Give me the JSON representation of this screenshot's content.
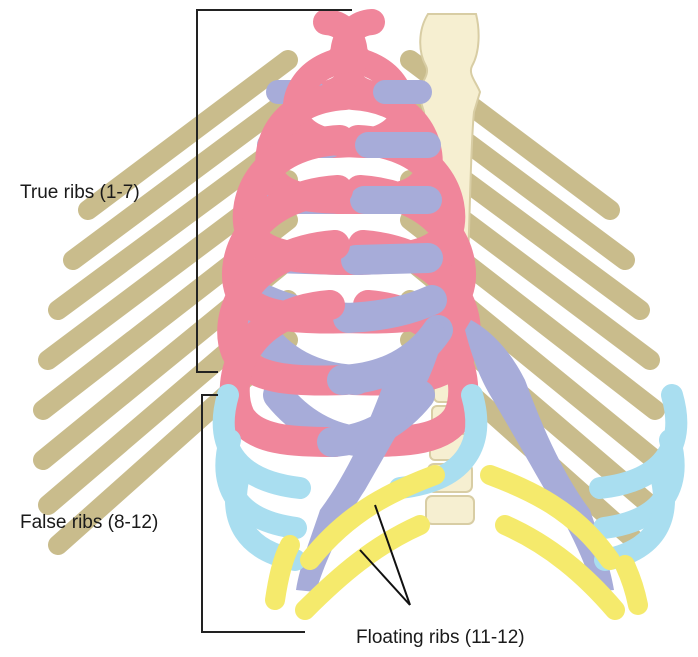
{
  "labels": {
    "true_ribs": "True ribs (1-7)",
    "false_ribs": "False ribs (8-12)",
    "floating_ribs": "Floating ribs (11-12)"
  },
  "colors": {
    "true_rib": "#f0869b",
    "true_rib_stroke": "#c9647a",
    "cartilage": "#a7acd9",
    "cartilage_stroke": "#7f86bd",
    "false_rib": "#a9def0",
    "false_rib_stroke": "#77bcd6",
    "floating_rib": "#f5ea6c",
    "floating_rib_stroke": "#d2c33c",
    "back_rib": "#c9bc8c",
    "sternum": "#f6efd1",
    "sternum_stroke": "#d8cda4",
    "bracket": "#222222"
  }
}
